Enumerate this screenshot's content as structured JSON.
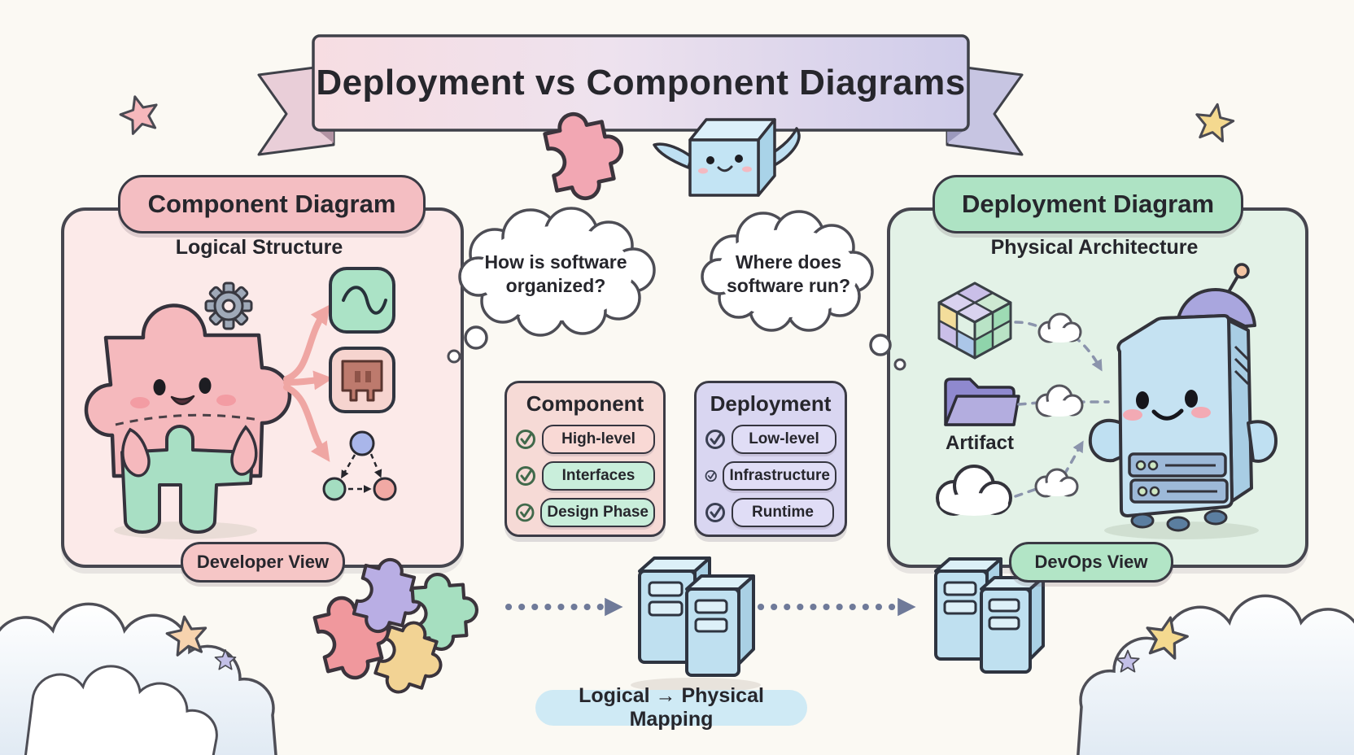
{
  "banner": {
    "title": "Deployment vs Component Diagrams"
  },
  "left_panel": {
    "title": "Component Diagram",
    "subtitle": "Logical Structure",
    "badge": "Developer View",
    "icons": [
      "puzzle-character",
      "gear-icon",
      "sine-wave-icon",
      "port-icon",
      "node-graph-icon"
    ]
  },
  "thoughts": {
    "left": "How is software organized?",
    "right": "Where does software run?"
  },
  "cards": {
    "component": {
      "title": "Component",
      "items": [
        "High-level",
        "Interfaces",
        "Design Phase"
      ]
    },
    "deployment": {
      "title": "Deployment",
      "items": [
        "Low-level",
        "Infrastructure",
        "Runtime"
      ]
    }
  },
  "right_panel": {
    "title": "Deployment Diagram",
    "subtitle": "Physical Architecture",
    "artifact_label": "Artifact",
    "badge": "DevOps View",
    "icons": [
      "module-cube-icon",
      "artifact-folder-icon",
      "cloud-icon",
      "server-robot"
    ]
  },
  "footer": {
    "mapping_label": "Logical → Physical Mapping"
  },
  "colors": {
    "page_bg": "#fbf9f3",
    "left_panel_bg": "#fceae9",
    "right_panel_bg": "#e3f2e7",
    "component_pink": "#f4bec2",
    "deployment_mint": "#aee3c4",
    "card_pink": "#f6dad6",
    "card_lavender": "#d9d6f1",
    "pill_mint": "#c9eedb",
    "pill_lavender": "#e0ddf6",
    "banner_pink": "#f7dde2",
    "banner_lavender": "#cfccea",
    "mapping_blue": "#cfeaf5",
    "arrow_slate": "#6f7a99",
    "arrow_pink": "#efa6a3"
  }
}
